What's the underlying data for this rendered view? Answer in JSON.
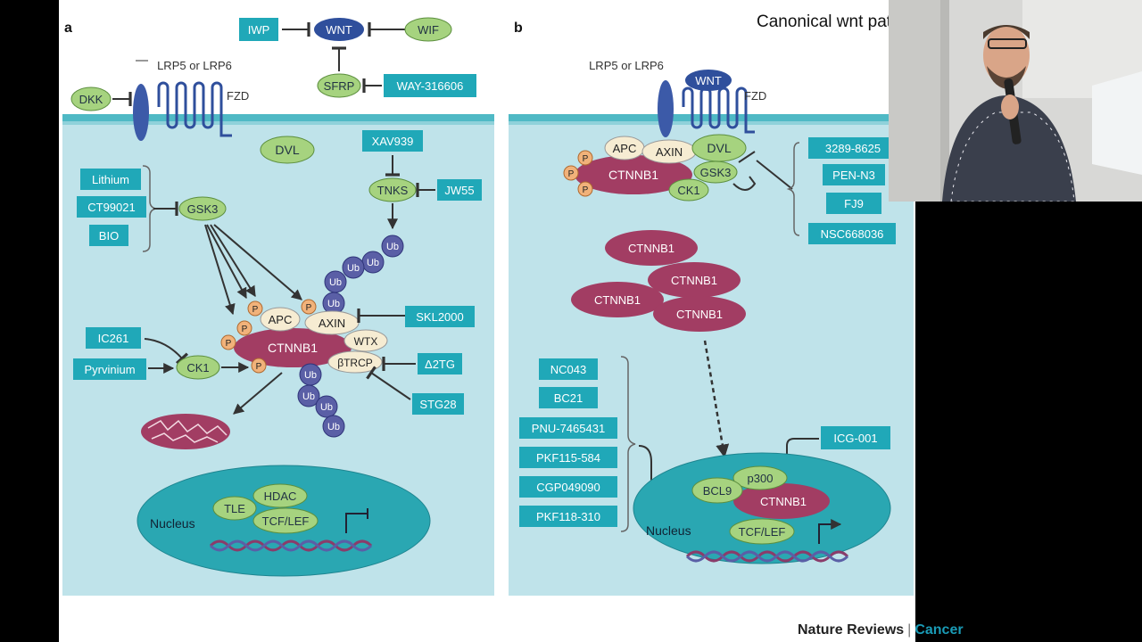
{
  "slide_title": "Canonical wnt pathway",
  "footer": {
    "journal": "Nature Reviews",
    "separator": "|",
    "section": "Cancer"
  },
  "colors": {
    "teal_box": "#20a8b8",
    "green_node": "#a6d37f",
    "ctnnb1": "#a23d63",
    "ub": "#5a5fa6",
    "phospho": "#f1b27a",
    "cyto": "#bfe3ea",
    "nucleus": "#2aa7b2",
    "wnt": "#2f4f9c"
  },
  "panel_a": {
    "label": "a",
    "receptor_top": "LRP5 or LRP6",
    "fzd": "FZD",
    "top_boxes": {
      "iwp": "IWP",
      "wnt": "WNT",
      "wif": "WIF",
      "sfrp": "SFRP",
      "way": "WAY-316606",
      "dkk": "DKK"
    },
    "dvl": "DVL",
    "xav": "XAV939",
    "tnks": "TNKS",
    "jw55": "JW55",
    "gsk3_inhibitors": [
      "Lithium",
      "CT99021",
      "BIO"
    ],
    "gsk3": "GSK3",
    "complex": {
      "apc": "APC",
      "axin": "AXIN",
      "ctnnb1": "CTNNB1",
      "wtx": "WTX",
      "btrcp": "βTRCP"
    },
    "ck1_inhibitors": {
      "ic261": "IC261",
      "pyrvinium": "Pyrvinium"
    },
    "ck1": "CK1",
    "skl": "SKL2000",
    "d2tg": "Δ2TG",
    "stg": "STG28",
    "phospho": "P",
    "ub": "Ub",
    "nucleus": {
      "label": "Nucleus",
      "hdac": "HDAC",
      "tle": "TLE",
      "tcf": "TCF/LEF"
    }
  },
  "panel_b": {
    "label": "b",
    "receptor_top": "LRP5 or LRP6",
    "wnt": "WNT",
    "fzd": "FZD",
    "complex": {
      "apc": "APC",
      "axin": "AXIN",
      "dvl": "DVL",
      "ctnnb1": "CTNNB1",
      "gsk3": "GSK3",
      "ck1": "CK1"
    },
    "dvl_inhibitors": [
      "3289-8625",
      "PEN-N3",
      "FJ9",
      "NSC668036"
    ],
    "free_ctnnb1": [
      "CTNNB1",
      "CTNNB1",
      "CTNNB1",
      "CTNNB1"
    ],
    "nuclear_inhibitors": [
      "NC043",
      "BC21",
      "PNU-7465431",
      "PKF115-584",
      "CGP049090",
      "PKF118-310"
    ],
    "icg": "ICG-001",
    "nucleus": {
      "label": "Nucleus",
      "p300": "p300",
      "bcl9": "BCL9",
      "ctnnb1": "CTNNB1",
      "tcf": "TCF/LEF"
    }
  }
}
